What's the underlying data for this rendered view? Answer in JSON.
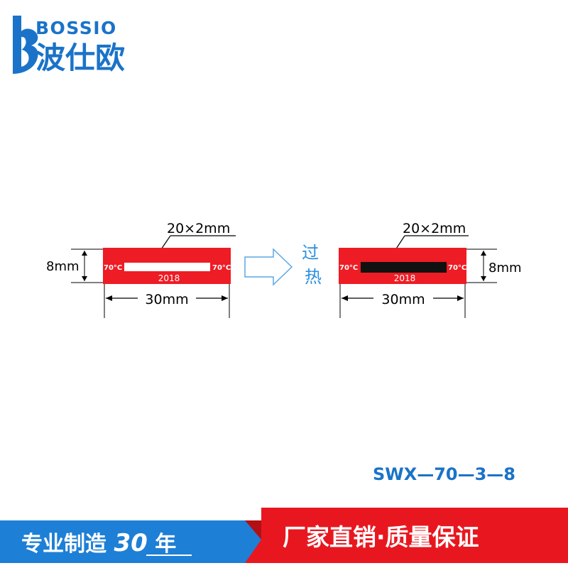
{
  "brand": {
    "name_en": "BOSSIO",
    "name_cn": "波仕欧",
    "logo_color": "#1a73c8"
  },
  "diagram": {
    "dim_size": "20×2mm",
    "dim_height": "8mm",
    "dim_width": "30mm",
    "temp_label": "70°C",
    "year_label": "2018",
    "transition_text": "过热",
    "label_red": "#ee1c24",
    "arrow_color": "#5aa9e6"
  },
  "model": {
    "code": "SWX—70—3—8",
    "color": "#1a73c8"
  },
  "banner": {
    "left_prefix": "专业制造",
    "left_number": "30",
    "left_suffix": "年",
    "right_text": "厂家直销·质量保证",
    "left_bg": "#1e7fd6",
    "right_bg": "#e8171f"
  }
}
